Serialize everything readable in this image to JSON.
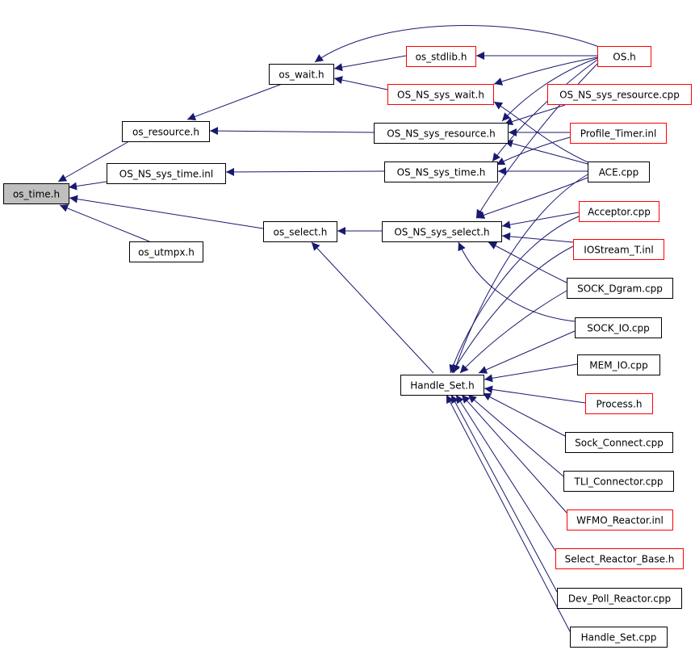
{
  "graph": {
    "edge_color": "#191970",
    "red_border_color": "#ff0000",
    "selected_fill": "#bfbfbf",
    "nodes": {
      "os_time_h": "os_time.h",
      "os_resource_h": "os_resource.h",
      "os_wait_h": "os_wait.h",
      "os_stdlib_h": "os_stdlib.h",
      "os_h": "OS.h",
      "os_ns_sys_wait_h": "OS_NS_sys_wait.h",
      "os_ns_sys_resource_cpp": "OS_NS_sys_resource.cpp",
      "os_ns_sys_resource_h": "OS_NS_sys_resource.h",
      "profile_timer_inl": "Profile_Timer.inl",
      "os_ns_sys_time_inl": "OS_NS_sys_time.inl",
      "os_ns_sys_time_h": "OS_NS_sys_time.h",
      "ace_cpp": "ACE.cpp",
      "acceptor_cpp": "Acceptor.cpp",
      "os_select_h": "os_select.h",
      "os_ns_sys_select_h": "OS_NS_sys_select.h",
      "iostream_t_inl": "IOStream_T.inl",
      "os_utmpx_h": "os_utmpx.h",
      "sock_dgram_cpp": "SOCK_Dgram.cpp",
      "sock_io_cpp": "SOCK_IO.cpp",
      "mem_io_cpp": "MEM_IO.cpp",
      "handle_set_h": "Handle_Set.h",
      "process_h": "Process.h",
      "sock_connect_cpp": "Sock_Connect.cpp",
      "tli_connector_cpp": "TLI_Connector.cpp",
      "wfmo_reactor_inl": "WFMO_Reactor.inl",
      "select_reactor_base_h": "Select_Reactor_Base.h",
      "dev_poll_reactor_cpp": "Dev_Poll_Reactor.cpp",
      "handle_set_cpp": "Handle_Set.cpp"
    }
  }
}
